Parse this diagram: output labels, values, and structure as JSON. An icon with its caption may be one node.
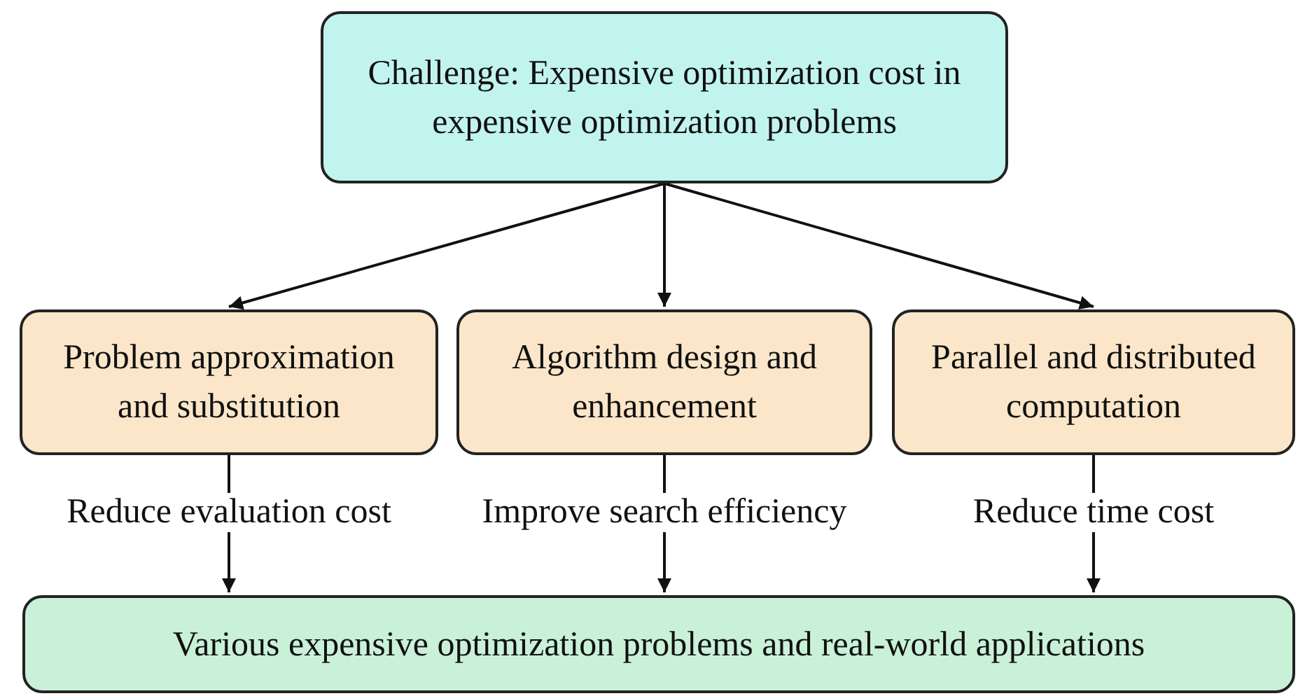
{
  "diagram": {
    "nodes": [
      {
        "text": [
          "Challenge: Expensive optimization cost in expensive optimization problems"
        ]
      },
      {
        "text": [
          "Problem approximation and substitution"
        ]
      },
      {
        "text": [
          "Algorithm design and enhancement"
        ]
      },
      {
        "text": [
          "Parallel and distributed computation"
        ]
      },
      {
        "text": [
          "Various expensive optimization problems and real-world applications"
        ]
      }
    ],
    "edges": [
      {
        "from": 0,
        "to": 1,
        "arrow": "to"
      },
      {
        "from": 0,
        "to": 2,
        "arrow": "to"
      },
      {
        "from": 0,
        "to": 3,
        "arrow": "to"
      },
      {
        "from": 1,
        "to": 4,
        "arrow": "to",
        "label": "Reduce evaluation cost"
      },
      {
        "from": 2,
        "to": 4,
        "arrow": "to",
        "label": "Improve search efficiency"
      },
      {
        "from": 3,
        "to": 4,
        "arrow": "to",
        "label": "Reduce time cost"
      }
    ]
  }
}
